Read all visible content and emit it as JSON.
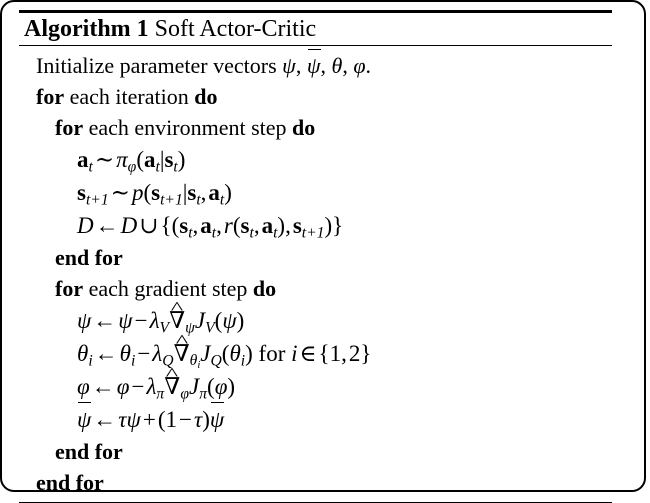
{
  "document": {
    "type": "algorithm-pseudocode-figure",
    "frame_border_color": "#000000",
    "background_color": "#ffffff",
    "text_color": "#000000"
  },
  "title": {
    "label_keyword": "Algorithm 1",
    "label_name": "Soft Actor-Critic"
  },
  "lines": [
    {
      "id": "line-initialize",
      "indent": 1,
      "kind": "text",
      "text": "Initialize parameter vectors ψ, ψ̄, θ, φ."
    },
    {
      "id": "line-for-iteration",
      "indent": 1,
      "kind": "text",
      "text": "for each iteration do"
    },
    {
      "id": "line-for-env-step",
      "indent": 2,
      "kind": "text",
      "text": "for each environment step do"
    },
    {
      "id": "line-sample-action",
      "indent": 3,
      "kind": "math",
      "text": "a_t ~ π_φ(a_t|s_t)"
    },
    {
      "id": "line-sample-state",
      "indent": 3,
      "kind": "math",
      "text": "s_{t+1} ~ p(s_{t+1}|s_t, a_t)"
    },
    {
      "id": "line-replay-buffer",
      "indent": 3,
      "kind": "math",
      "text": "D ← D ∪ {(s_t, a_t, r(s_t, a_t), s_{t+1})}"
    },
    {
      "id": "line-end-for-env",
      "indent": 2,
      "kind": "text",
      "text": "end for"
    },
    {
      "id": "line-for-grad-step",
      "indent": 2,
      "kind": "text",
      "text": "for each gradient step do"
    },
    {
      "id": "line-update-psi",
      "indent": 3,
      "kind": "math",
      "text": "ψ ← ψ − λ_V ∇̂_ψ J_V(ψ)"
    },
    {
      "id": "line-update-theta",
      "indent": 3,
      "kind": "math",
      "text": "θ_i ← θ_i − λ_Q ∇̂_{θ_i} J_Q(θ_i) for i ∈ {1, 2}"
    },
    {
      "id": "line-update-phi",
      "indent": 3,
      "kind": "math",
      "text": "φ ← φ − λ_π ∇̂_φ J_π(φ)"
    },
    {
      "id": "line-update-psi-bar",
      "indent": 3,
      "kind": "math",
      "text": "ψ̄ ← τψ + (1 − τ)ψ̄"
    },
    {
      "id": "line-end-for-grad",
      "indent": 2,
      "kind": "text",
      "text": "end for"
    },
    {
      "id": "line-end-for-iteration",
      "indent": 1,
      "kind": "text",
      "text": "end for"
    }
  ],
  "tokens": {
    "initialize": "Initialize parameter vectors",
    "for": "for",
    "each": "each",
    "iteration": "iteration",
    "environment_step": "environment step",
    "gradient_step": "gradient step",
    "do": "do",
    "end_for": "end for",
    "for_lower": "for",
    "period": ".",
    "comma": ",",
    "sim": "∼",
    "larrow": "←",
    "minus": "−",
    "plus": "+",
    "cup": "∪",
    "in": "∈",
    "mid": "|",
    "one": "1",
    "two": "2",
    "psi": "ψ",
    "theta": "θ",
    "phi": "φ",
    "pi": "π",
    "tau": "τ",
    "lambda": "λ",
    "nabla": "∇",
    "cal_D": "D",
    "J": "J",
    "p": "p",
    "r": "r",
    "a": "a",
    "s": "s",
    "i": "i",
    "t": "t",
    "V": "V",
    "Q": "Q",
    "tplus1": "t+1"
  }
}
